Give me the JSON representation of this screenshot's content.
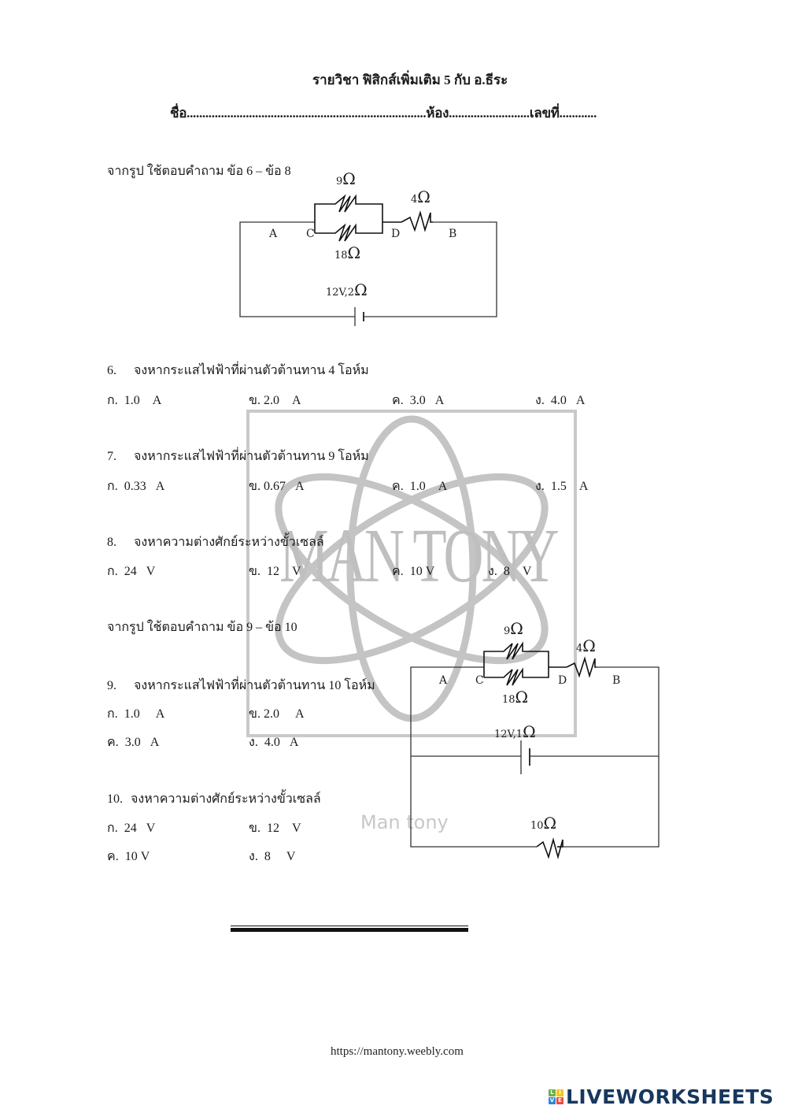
{
  "header": {
    "title": "รายวิชา ฟิสิกส์เพิ่มเติม 5 กับ อ.ธีระ",
    "name_line": "ชื่อ.............................................................................ห้อง..........................เลขที่............"
  },
  "section1": {
    "intro": "จากรูป ใช้ตอบคำถาม ข้อ 6 – ข้อ 8",
    "circuit": {
      "r_top": "9",
      "r_bottom": "18",
      "r_series": "4",
      "battery": "12V,2",
      "ohm": "Ω",
      "node_a": "A",
      "node_c": "C",
      "node_d": "D",
      "node_b": "B"
    }
  },
  "questions": [
    {
      "number": "6.",
      "text": "จงหากระแสไฟฟ้าที่ผ่านตัวต้านทาน 4 โอห์ม",
      "options": [
        {
          "label": "ก.",
          "value": "1.0",
          "unit": "A"
        },
        {
          "label": "ข.",
          "value": "2.0",
          "unit": "A"
        },
        {
          "label": "ค.",
          "value": "3.0",
          "unit": "A"
        },
        {
          "label": "ง.",
          "value": "4.0",
          "unit": "A"
        }
      ]
    },
    {
      "number": "7.",
      "text": "จงหากระแสไฟฟ้าที่ผ่านตัวต้านทาน 9 โอห์ม",
      "options": [
        {
          "label": "ก.",
          "value": "0.33",
          "unit": "A"
        },
        {
          "label": "ข.",
          "value": "0.67",
          "unit": "A"
        },
        {
          "label": "ค.",
          "value": "1.0",
          "unit": "A"
        },
        {
          "label": "ง.",
          "value": "1.5",
          "unit": "A"
        }
      ]
    },
    {
      "number": "8.",
      "text": "จงหาความต่างศักย์ระหว่างขั้วเซลล์",
      "options": [
        {
          "label": "ก.",
          "value": "24",
          "unit": "V"
        },
        {
          "label": "ข.",
          "value": "12",
          "unit": "V"
        },
        {
          "label": "ค.",
          "value": "10",
          "unit": "V"
        },
        {
          "label": "ง.",
          "value": "8",
          "unit": "V"
        }
      ]
    },
    {
      "number": "9.",
      "text": "จงหากระแสไฟฟ้าที่ผ่านตัวต้านทาน 10 โอห์ม",
      "options": [
        {
          "label": "ก.",
          "value": "1.0",
          "unit": "A"
        },
        {
          "label": "ข.",
          "value": "2.0",
          "unit": "A"
        },
        {
          "label": "ค.",
          "value": "3.0",
          "unit": "A"
        },
        {
          "label": "ง.",
          "value": "4.0",
          "unit": "A"
        }
      ]
    },
    {
      "number": "10.",
      "text": "จงหาความต่างศักย์ระหว่างขั้วเซลล์",
      "options": [
        {
          "label": "ก.",
          "value": "24",
          "unit": "V"
        },
        {
          "label": "ข.",
          "value": "12",
          "unit": "V"
        },
        {
          "label": "ค.",
          "value": "10",
          "unit": "V"
        },
        {
          "label": "ง.",
          "value": "8",
          "unit": "V"
        }
      ]
    }
  ],
  "section2": {
    "intro": "จากรูป ใช้ตอบคำถาม ข้อ 9 – ข้อ 10",
    "circuit": {
      "r_top": "9",
      "r_bottom": "18",
      "r_series": "4",
      "battery": "12V,1",
      "r_load": "10",
      "ohm": "Ω",
      "node_a": "A",
      "node_c": "C",
      "node_d": "D",
      "node_b": "B"
    }
  },
  "watermark": {
    "big_text": "MAN TONY",
    "small_text": "Man tony",
    "color": "#bdbdbd"
  },
  "footer": {
    "url": "https://mantony.weebly.com",
    "brand": "LIVEWORKSHEETS",
    "brand_letters": [
      "L",
      "I",
      "V",
      "E"
    ],
    "brand_colors": [
      "#6ab04c",
      "#f5c518",
      "#2e86de",
      "#e74c3c"
    ],
    "brand_text_color": "#17375e"
  }
}
